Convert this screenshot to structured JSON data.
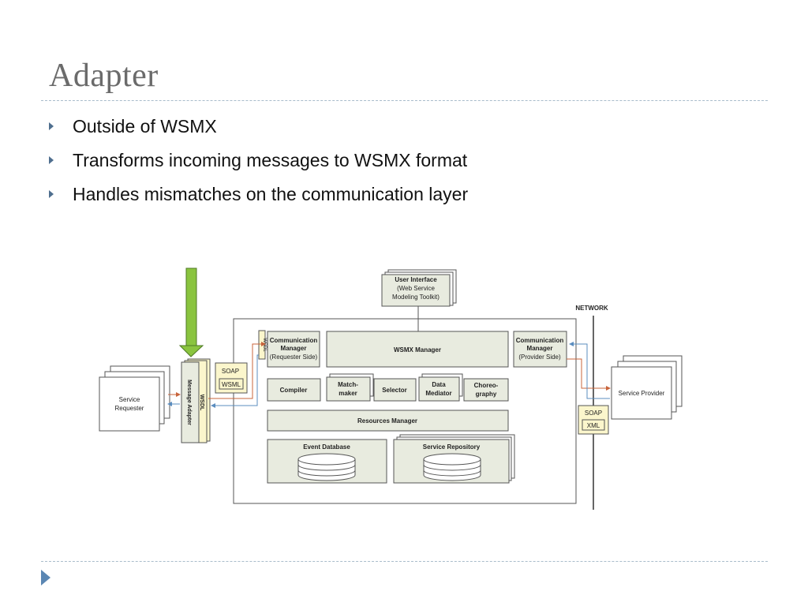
{
  "slide": {
    "title": "Adapter",
    "bullets": [
      "Outside of WSMX",
      "Transforms incoming messages to WSMX format",
      "Handles mismatches on the communication layer"
    ]
  },
  "diagram": {
    "user_interface": [
      "User Interface",
      "(Web Service",
      "Modeling Toolkit)"
    ],
    "network_label": "NETWORK",
    "comm_manager_requester": [
      "Communication",
      "Manager",
      "(Requester Side)"
    ],
    "comm_manager_provider": [
      "Communication",
      "Manager",
      "(Provider Side)"
    ],
    "wsmx_manager": "WSMX Manager",
    "wsdl_small": "WSDL",
    "compiler": "Compiler",
    "matchmaker": [
      "Match-",
      "maker"
    ],
    "selector": "Selector",
    "data_mediator": [
      "Data",
      "Mediator"
    ],
    "choreography": [
      "Choreo-",
      "graphy"
    ],
    "resources_manager": "Resources Manager",
    "event_database": "Event Database",
    "service_repository": "Service Repository",
    "service_requester": [
      "Service",
      "Requester"
    ],
    "service_provider": "Service Provider",
    "message_adapter": "Message Adapter",
    "wsdl_vertical": "WSDL",
    "soap_left": "SOAP",
    "wsml_left": "WSML",
    "soap_right": "SOAP",
    "xml_right": "XML",
    "colors": {
      "highlight_arrow": "#8ac43f",
      "box_fill": "#e8ebdf",
      "note_fill": "#fbf6cc",
      "arrow_orange": "#c8643b",
      "arrow_blue": "#5b8dbf"
    }
  }
}
